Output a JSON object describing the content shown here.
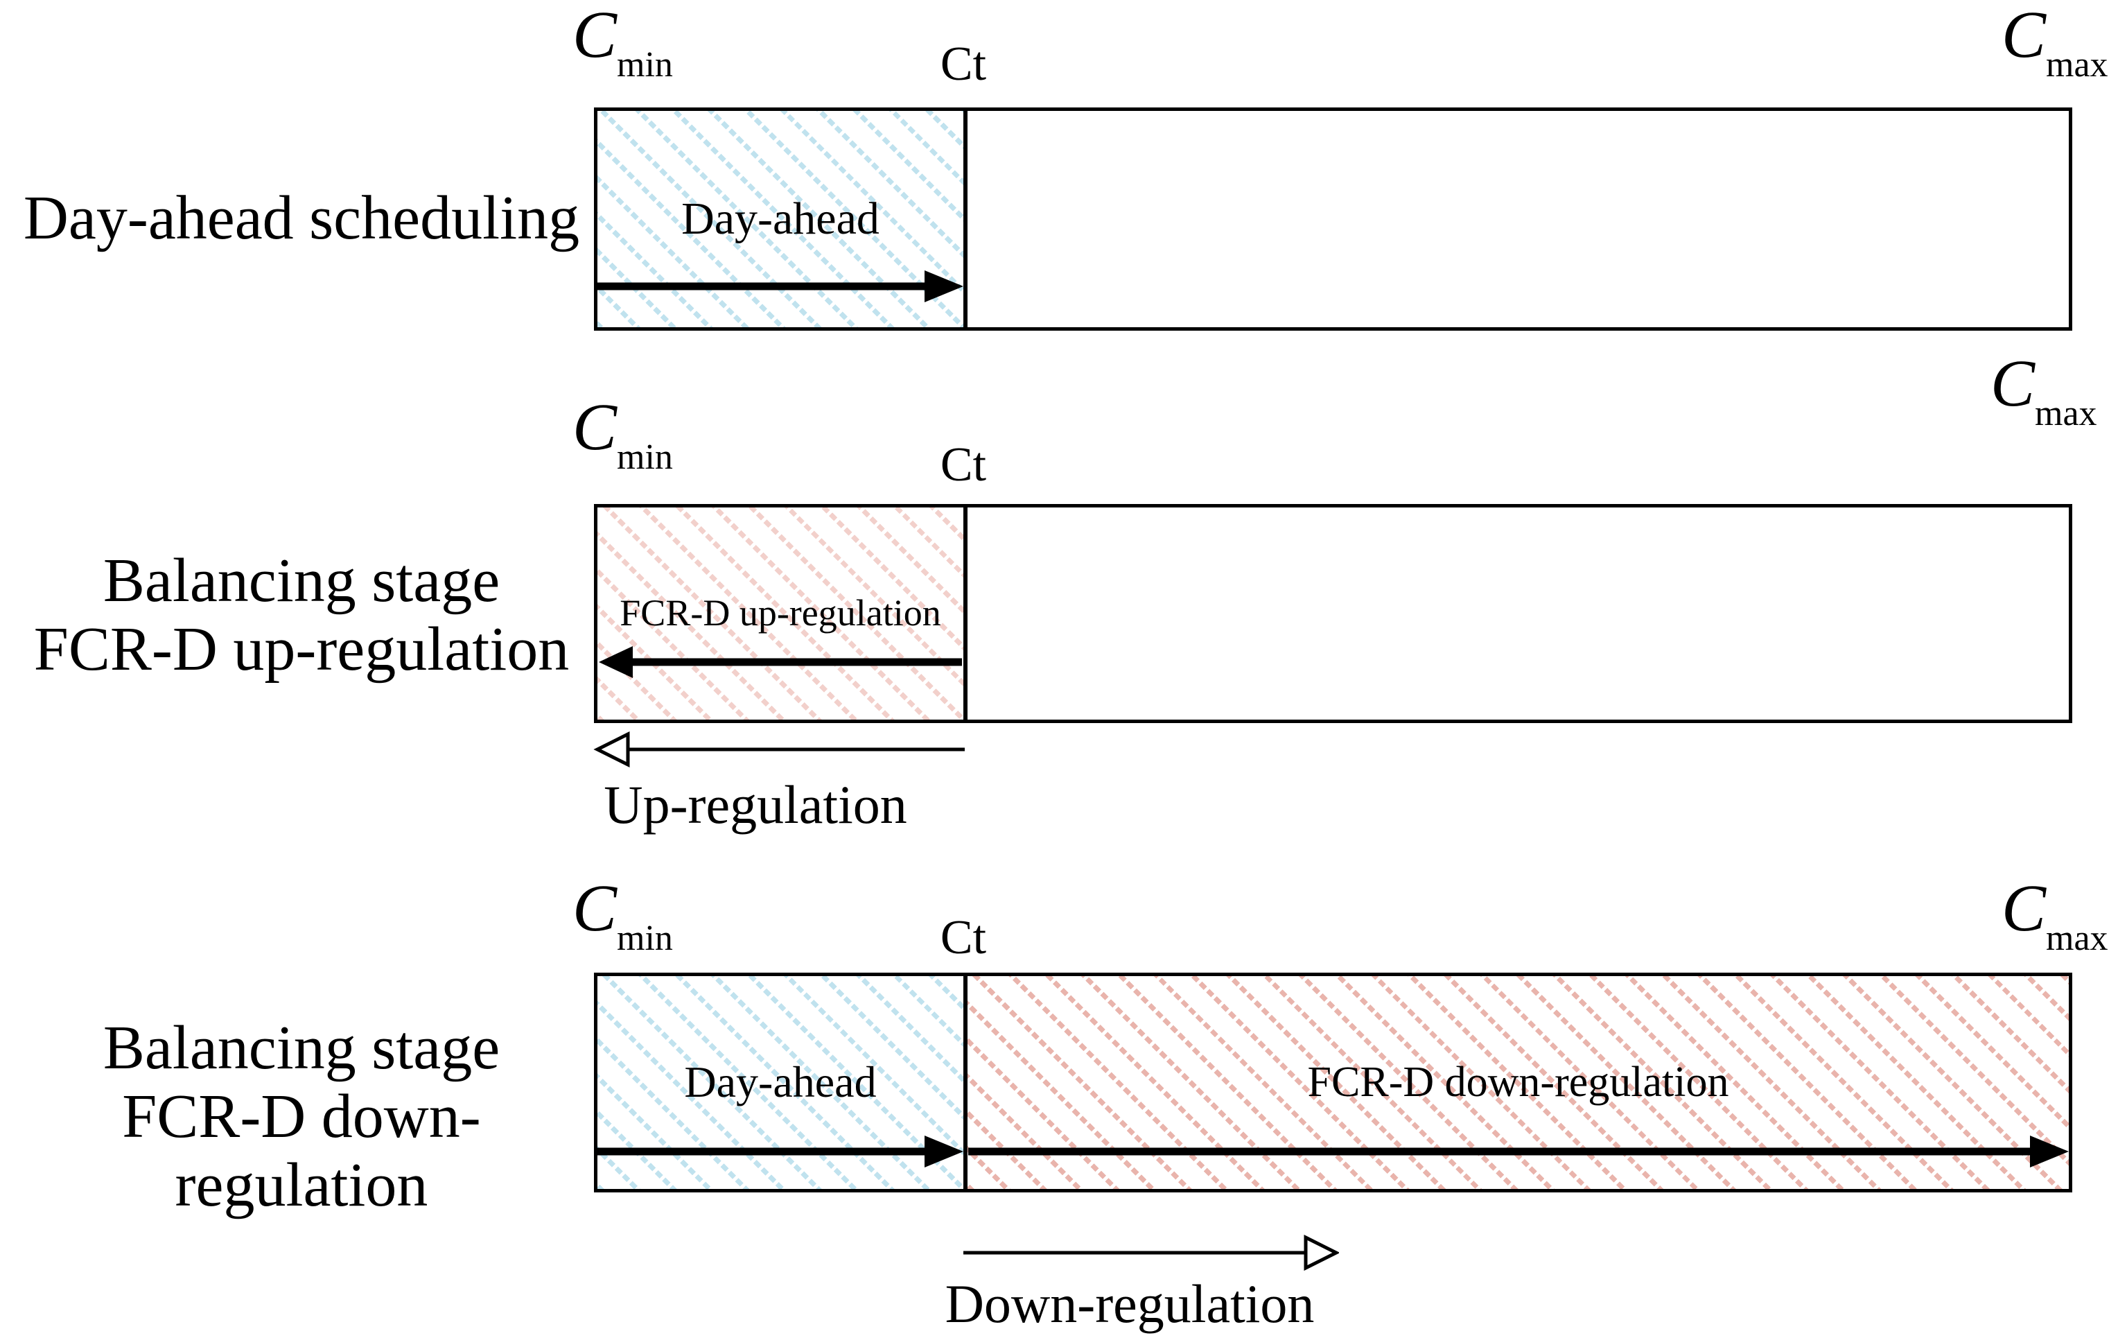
{
  "colors": {
    "blue_hatch": "#c0e2ee",
    "red_hatch_light": "#f2d0cb",
    "red_hatch": "#e9b4ac",
    "line": "#000000",
    "background": "#ffffff"
  },
  "markers": {
    "cmin": {
      "base": "C",
      "sub": "min"
    },
    "cmax": {
      "base": "C",
      "sub": "max"
    },
    "ct": "Ct"
  },
  "rows": [
    {
      "stage_lines": [
        "Day-ahead scheduling"
      ],
      "segments": [
        {
          "label": "Day-ahead",
          "fill": "blue"
        }
      ]
    },
    {
      "stage_lines": [
        "Balancing stage",
        "FCR-D up-regulation"
      ],
      "segments": [
        {
          "label": "FCR-D up-regulation",
          "fill": "red-light"
        }
      ],
      "below_arrow_label": "Up-regulation"
    },
    {
      "stage_lines": [
        "Balancing stage",
        "FCR-D down-regulation"
      ],
      "segments": [
        {
          "label": "Day-ahead",
          "fill": "blue"
        },
        {
          "label": "FCR-D down-regulation",
          "fill": "red"
        }
      ],
      "below_arrow_label": "Down-regulation"
    }
  ]
}
